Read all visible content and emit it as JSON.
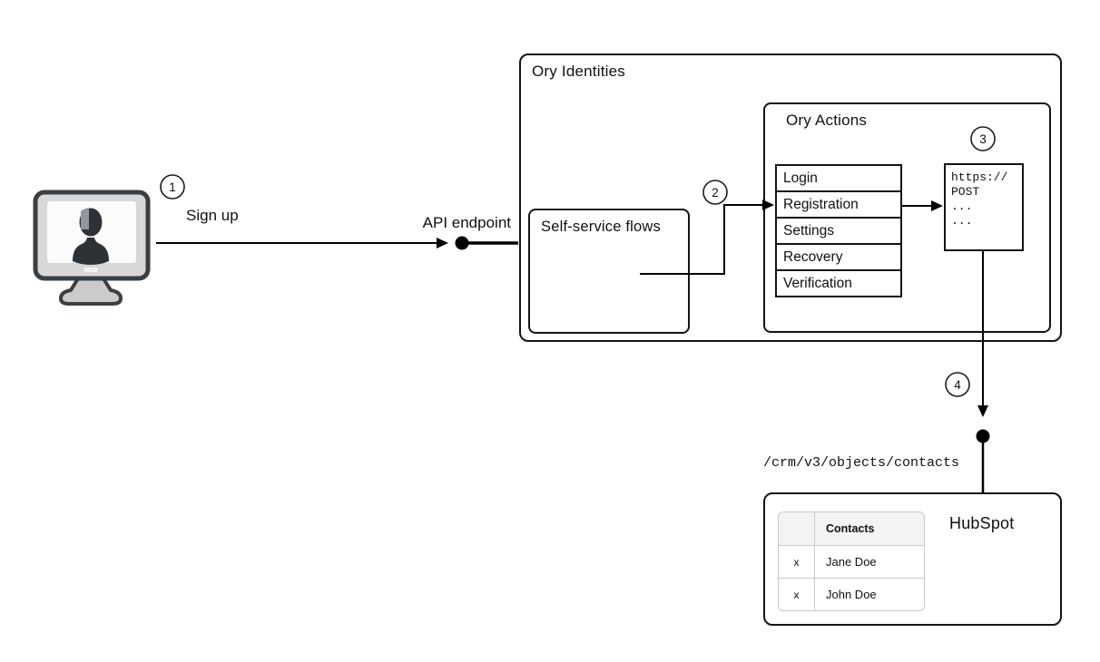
{
  "steps": {
    "s1": "1",
    "s2": "2",
    "s3": "3",
    "s4": "4"
  },
  "labels": {
    "sign_up": "Sign up",
    "api_endpoint": "API endpoint",
    "crm_path": "/crm/v3/objects/contacts"
  },
  "ory": {
    "title": "Ory Identities",
    "self_service_title": "Self-service flows",
    "actions_title": "Ory Actions",
    "flows": [
      "Login",
      "Registration",
      "Settings",
      "Recovery",
      "Verification"
    ],
    "request_lines": [
      "https://",
      "POST",
      "...",
      "..."
    ]
  },
  "hubspot": {
    "title": "HubSpot",
    "table": {
      "col1_header": "",
      "col2_header": "Contacts",
      "rows": [
        {
          "c1": "x",
          "c2": "Jane Doe"
        },
        {
          "c1": "x",
          "c2": "John Doe"
        }
      ]
    }
  },
  "icons": {
    "workstation": "monitor-user-icon",
    "api_endpoint_node": "filled-circle-node",
    "hubspot_endpoint_node": "filled-circle-node"
  },
  "colors": {
    "line": "#000000",
    "box_border": "#141414",
    "table_border": "#c9c9c9",
    "table_header_bg": "#f3f3f3",
    "monitor_body": "#d8d8d8",
    "monitor_outline": "#3a3f44",
    "silhouette": "#2d3237",
    "silhouette_highlight": "#90969b"
  }
}
